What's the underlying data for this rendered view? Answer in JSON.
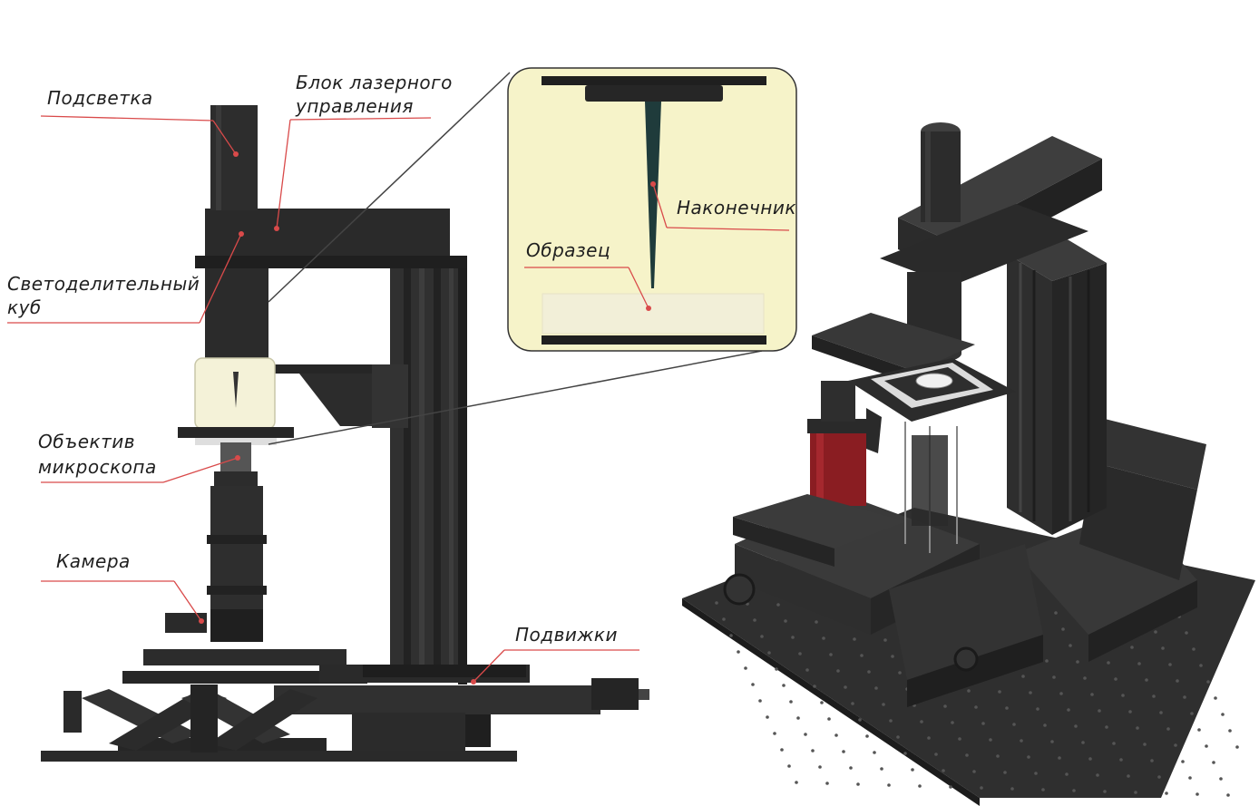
{
  "labels": {
    "backlight": "Подсветка",
    "laser_block_line1": "Блок лазерного",
    "laser_block_line2": "управления",
    "beam_splitter_line1": "Светоделительный",
    "beam_splitter_line2": "куб",
    "objective_line1": "Объектив",
    "objective_line2": "микроскопа",
    "camera": "Камера",
    "stages": "Подвижки",
    "tip": "Наконечник",
    "sample": "Образец"
  },
  "colors": {
    "metal_dark": "#2b2b2b",
    "metal_mid": "#3a3a3a",
    "leader_red": "#d94a4a",
    "inset_fill": "#f6f3c9",
    "red_block": "#8a1d22"
  }
}
